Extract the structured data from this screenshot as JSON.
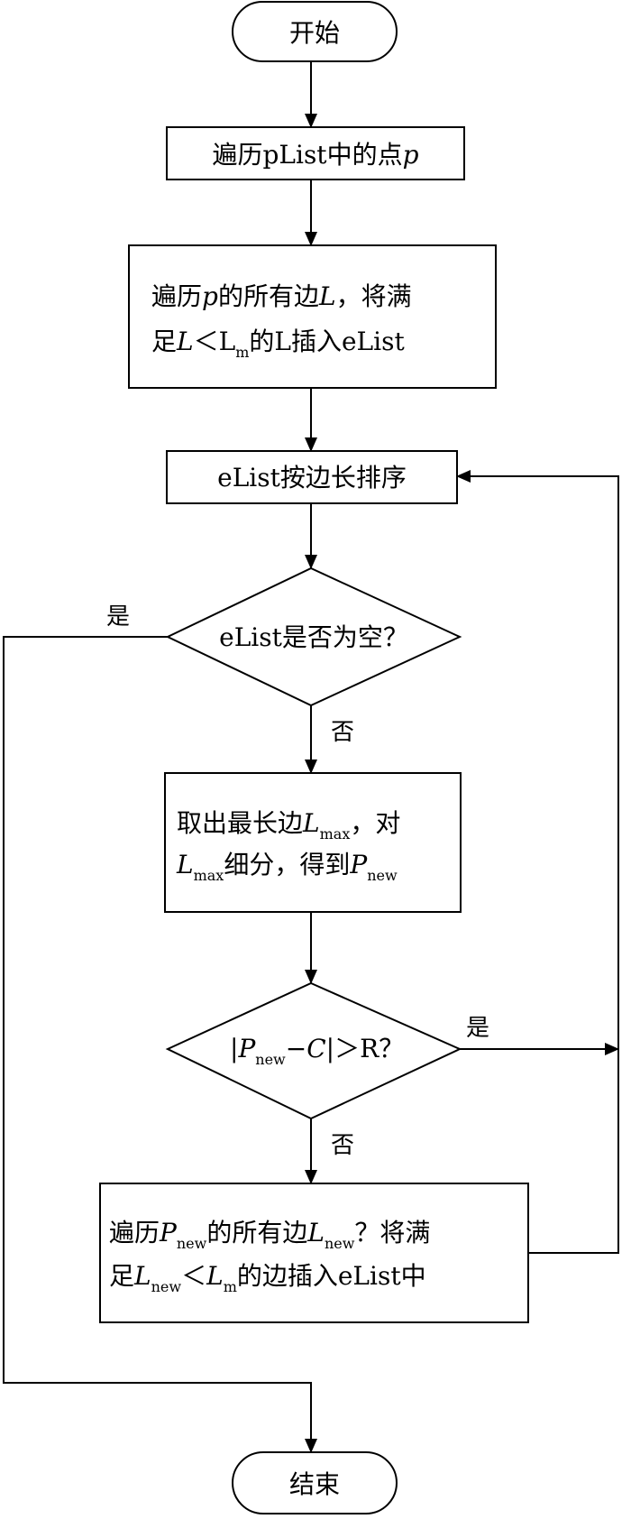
{
  "start": {
    "text": "开始"
  },
  "end": {
    "text": "结束"
  },
  "step1": {
    "a": "遍历pList中的点",
    "p": "p"
  },
  "step2": {
    "l1a": "遍历",
    "l1p": "p",
    "l1b": "的所有边",
    "l1L": "L",
    "l1c": "，将满",
    "l2a": "足",
    "l2L": "L",
    "l2op": "＜L",
    "l2sub": "m",
    "l2b": "的L插入eList"
  },
  "step3": {
    "text": "eList按边长排序"
  },
  "decision1": {
    "text": "eList是否为空？",
    "yes": "是",
    "no": "否"
  },
  "step4": {
    "l1a": "取出最长边",
    "l1L": "L",
    "l1sub": "max",
    "l1b": "，对",
    "l2L": "L",
    "l2sub": "max",
    "l2a": "细分，得到",
    "l2P": "P",
    "l2sub2": "new"
  },
  "decision2": {
    "bar1": "|",
    "P": "P",
    "sub": "new",
    "minus": "−",
    "C": "C",
    "rest": "|＞R？",
    "yes": "是",
    "no": "否"
  },
  "step5": {
    "l1a": "遍历",
    "l1P": "P",
    "l1sub": "new",
    "l1b": "的所有边",
    "l1L": "L",
    "l1sub2": "new",
    "l1c": "？将满",
    "l2a": "足",
    "l2L": "L",
    "l2sub": "new",
    "l2op": "＜",
    "l2L2": "L",
    "l2sub2": "m",
    "l2b": "的边插入eList中"
  }
}
